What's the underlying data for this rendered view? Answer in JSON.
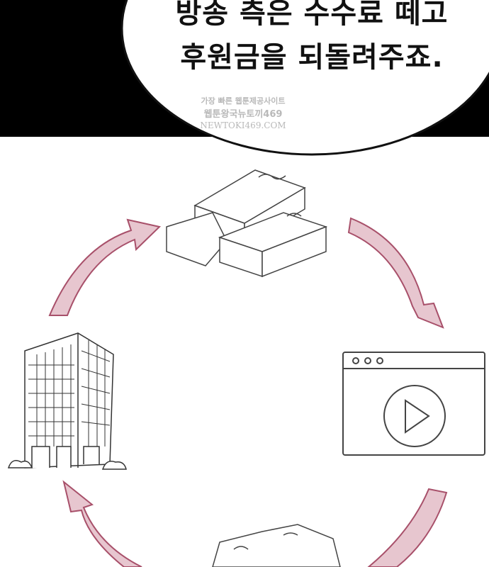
{
  "speech_bubble": {
    "line1": "방송 측은 수수료 떼고",
    "line2": "후원금을 되돌려주죠."
  },
  "watermark": {
    "line1": "가장 빠른 웹툰제공사이트",
    "line2": "웹툰왕국뉴토끼469",
    "line3": "NEWTOKI469.COM"
  },
  "colors": {
    "arrow": "#a8506a",
    "ink": "#333333",
    "band": "#000000"
  }
}
